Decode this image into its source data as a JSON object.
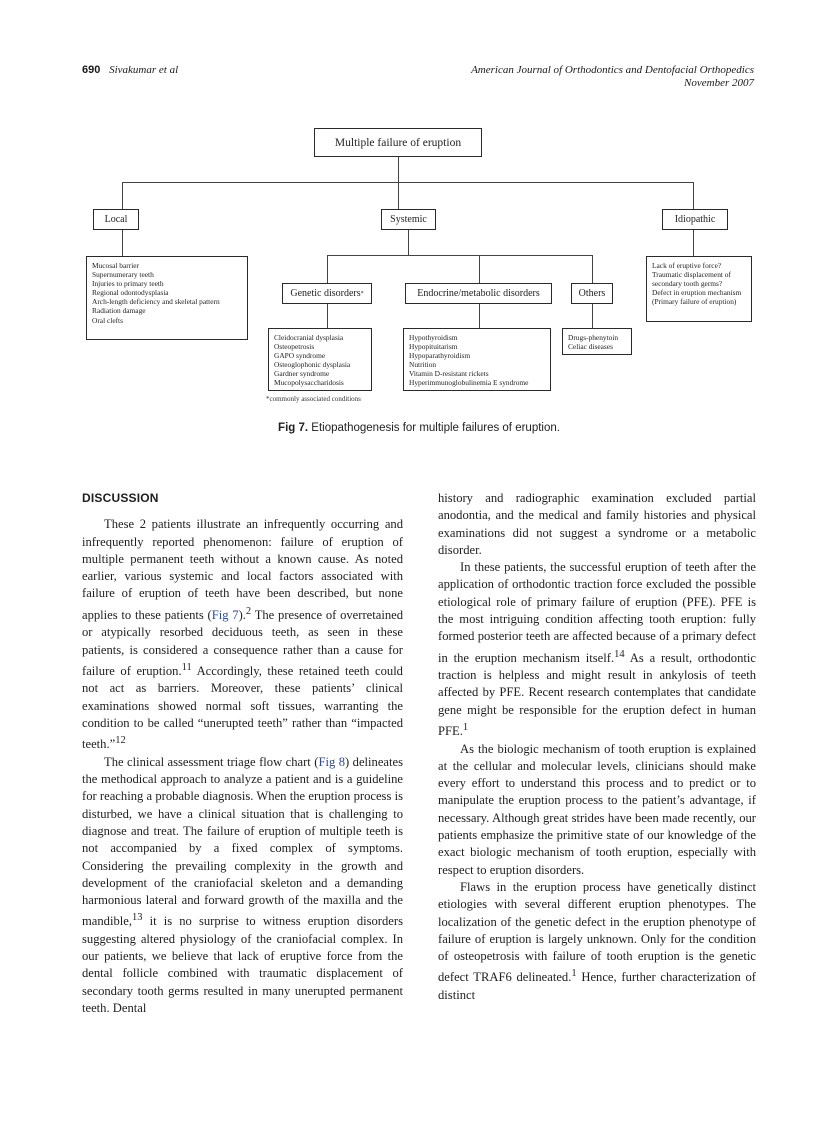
{
  "header": {
    "page_number": "690",
    "authors": "Sivakumar et al",
    "journal": "American Journal of Orthodontics and Dentofacial Orthopedics",
    "issue": "November 2007"
  },
  "figure": {
    "root": "Multiple failure of eruption",
    "local": {
      "label": "Local",
      "items": [
        "Mucosal barrier",
        "Supernumerary teeth",
        "Injuries to primary teeth",
        "Regional odontodysplasia",
        "Arch-length deficiency and skeletal pattern",
        "Radiation damage",
        "Oral clefts"
      ]
    },
    "systemic": {
      "label": "Systemic"
    },
    "idiopathic": {
      "label": "Idiopathic",
      "items": [
        "Lack of eruptive force?",
        "Traumatic displacement of secondary tooth germs?",
        "Defect in eruption mechanism (Primary failure of eruption)"
      ]
    },
    "genetic": {
      "label": "Genetic disorders",
      "marker": "*",
      "items": [
        "Cleidocranial dysplasia",
        "Osteopetrosis",
        "GAPO syndrome",
        "Osteoglophonic dysplasia",
        "Gardner syndrome",
        "Mucopolysaccharidosis"
      ]
    },
    "endocrine": {
      "label": "Endocrine/metabolic disorders",
      "items": [
        "Hypothyroidism",
        "Hypopituitarism",
        "Hypoparathyroidism",
        "Nutrition",
        "Vitamin D-resistant rickets",
        "Hyperimmunoglobulinemia E syndrome"
      ]
    },
    "others": {
      "label": "Others",
      "items": [
        "Drugs-phenytoin",
        "Celiac diseases"
      ]
    },
    "footnote": "*commonly associated conditions",
    "caption_label": "Fig 7.",
    "caption_text": "Etiopathogenesis for multiple failures of eruption."
  },
  "section_heading": "DISCUSSION",
  "text": {
    "l1a": "These 2 patients illustrate an infrequently occurring and infrequently reported phenomenon: failure of eruption of multiple permanent teeth without a known cause. As noted earlier, various systemic and local factors associated with failure of eruption of teeth have been described, but none applies to these patients (",
    "l1_fig": "Fig 7",
    "l1b": ").",
    "l1_ref1": "2",
    "l1c": " The presence of overretained or atypically resorbed deciduous teeth, as seen in these patients, is considered a consequence rather than a cause for failure of eruption.",
    "l1_ref2": "11",
    "l1d": " Accordingly, these retained teeth could not act as barriers. Moreover, these patients’ clinical examinations showed normal soft tissues, warranting the condition to be called “unerupted teeth” rather than “impacted teeth.”",
    "l1_ref3": "12",
    "l2a": "The clinical assessment triage flow chart (",
    "l2_fig": "Fig 8",
    "l2b": ") delineates the methodical approach to analyze a patient and is a guideline for reaching a probable diagnosis. When the eruption process is disturbed, we have a clinical situation that is challenging to diagnose and treat. The failure of eruption of multiple teeth is not accompanied by a fixed complex of symptoms. Considering the prevailing complexity in the growth and development of the craniofacial skeleton and a demanding harmonious lateral and forward growth of the maxilla and the mandible,",
    "l2_ref": "13",
    "l2c": " it is no surprise to witness eruption disorders suggesting altered physiology of the craniofacial complex. In our patients, we believe that lack of eruptive force from the dental follicle combined with traumatic displacement of secondary tooth germs resulted in many unerupted permanent teeth. Dental",
    "r1": "history and radiographic examination excluded partial anodontia, and the medical and family histories and physical examinations did not suggest a syndrome or a metabolic disorder.",
    "r2a": "In these patients, the successful eruption of teeth after the application of orthodontic traction force excluded the possible etiological role of primary failure of eruption (PFE). PFE is the most intriguing condition affecting tooth eruption: fully formed posterior teeth are affected because of a primary defect in the eruption mechanism itself.",
    "r2_ref1": "14",
    "r2b": " As a result, orthodontic traction is helpless and might result in ankylosis of teeth affected by PFE. Recent research contemplates that candidate gene might be responsible for the eruption defect in human PFE.",
    "r2_ref2": "1",
    "r3": "As the biologic mechanism of tooth eruption is explained at the cellular and molecular levels, clinicians should make every effort to understand this process and to predict or to manipulate the eruption process to the patient’s advantage, if necessary. Although great strides have been made recently, our patients emphasize the primitive state of our knowledge of the exact biologic mechanism of tooth eruption, especially with respect to eruption disorders.",
    "r4a": "Flaws in the eruption process have genetically distinct etiologies with several different eruption phenotypes. The localization of the genetic defect in the eruption phenotype of failure of eruption is largely unknown. Only for the condition of osteopetrosis with failure of tooth eruption is the genetic defect TRAF6 delineated.",
    "r4_ref": "1",
    "r4b": " Hence, further characterization of distinct"
  }
}
